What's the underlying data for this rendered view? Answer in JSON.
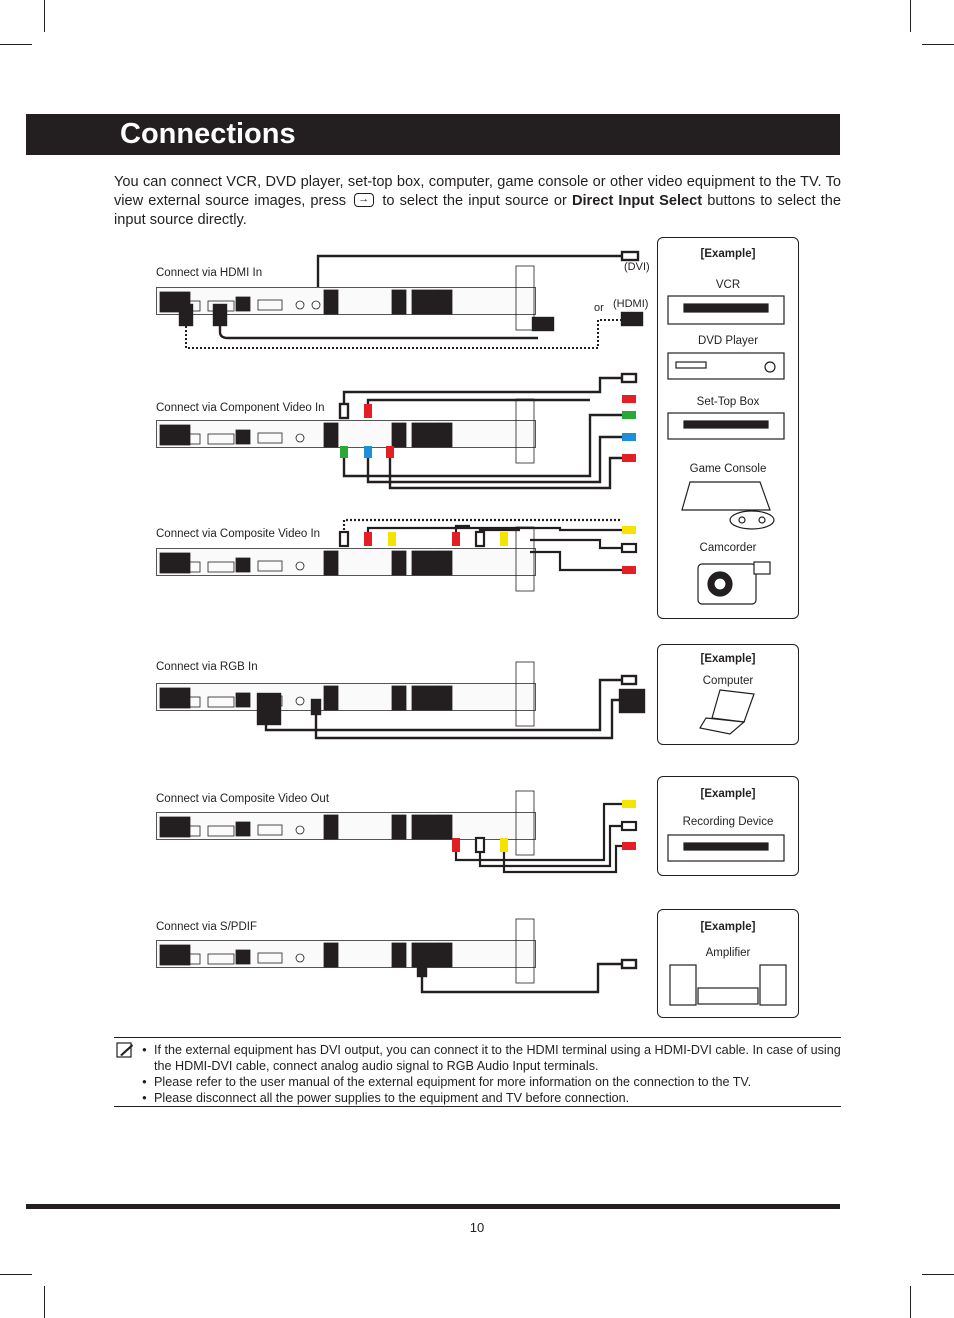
{
  "header": {
    "title": "Connections"
  },
  "intro": {
    "part1": "You can connect VCR, DVD player, set-top box, computer, game console or other video equipment to the TV.  To view external source images, press",
    "part2": "to select the input source or",
    "bold": "Direct Input Select",
    "part3": "buttons to select the input source directly."
  },
  "sections": {
    "hdmi": "Connect via HDMI In",
    "component": "Connect via Component Video In",
    "composite_in": "Connect via Composite Video In",
    "rgb": "Connect via RGB In",
    "composite_out": "Connect via Composite Video Out",
    "spdif": "Connect via S/PDIF"
  },
  "cable_labels": {
    "dvi": "(DVI)",
    "hdmi": "(HDMI)",
    "or": "or"
  },
  "examples": {
    "title": "[Example]",
    "video_devices": [
      "VCR",
      "DVD Player",
      "Set-Top Box",
      "Game Console",
      "Camcorder"
    ],
    "computer": "Computer",
    "recording": "Recording Device",
    "amplifier": "Amplifier"
  },
  "notes": [
    "If the external equipment has DVI output, you can connect it to the HDMI terminal using a HDMI-DVI cable.  In case of using the HDMI-DVI cable, connect analog audio signal to RGB Audio Input terminals.",
    "Please refer to the user manual of the external equipment for more information on the connection to the TV.",
    "Please disconnect all the power supplies to the equipment and TV before connection."
  ],
  "page_number": "10",
  "colors": {
    "ink": "#231f20",
    "red": "#e31e24",
    "yellow": "#f5e400",
    "green": "#2aa836",
    "blue": "#1c8fd6"
  }
}
